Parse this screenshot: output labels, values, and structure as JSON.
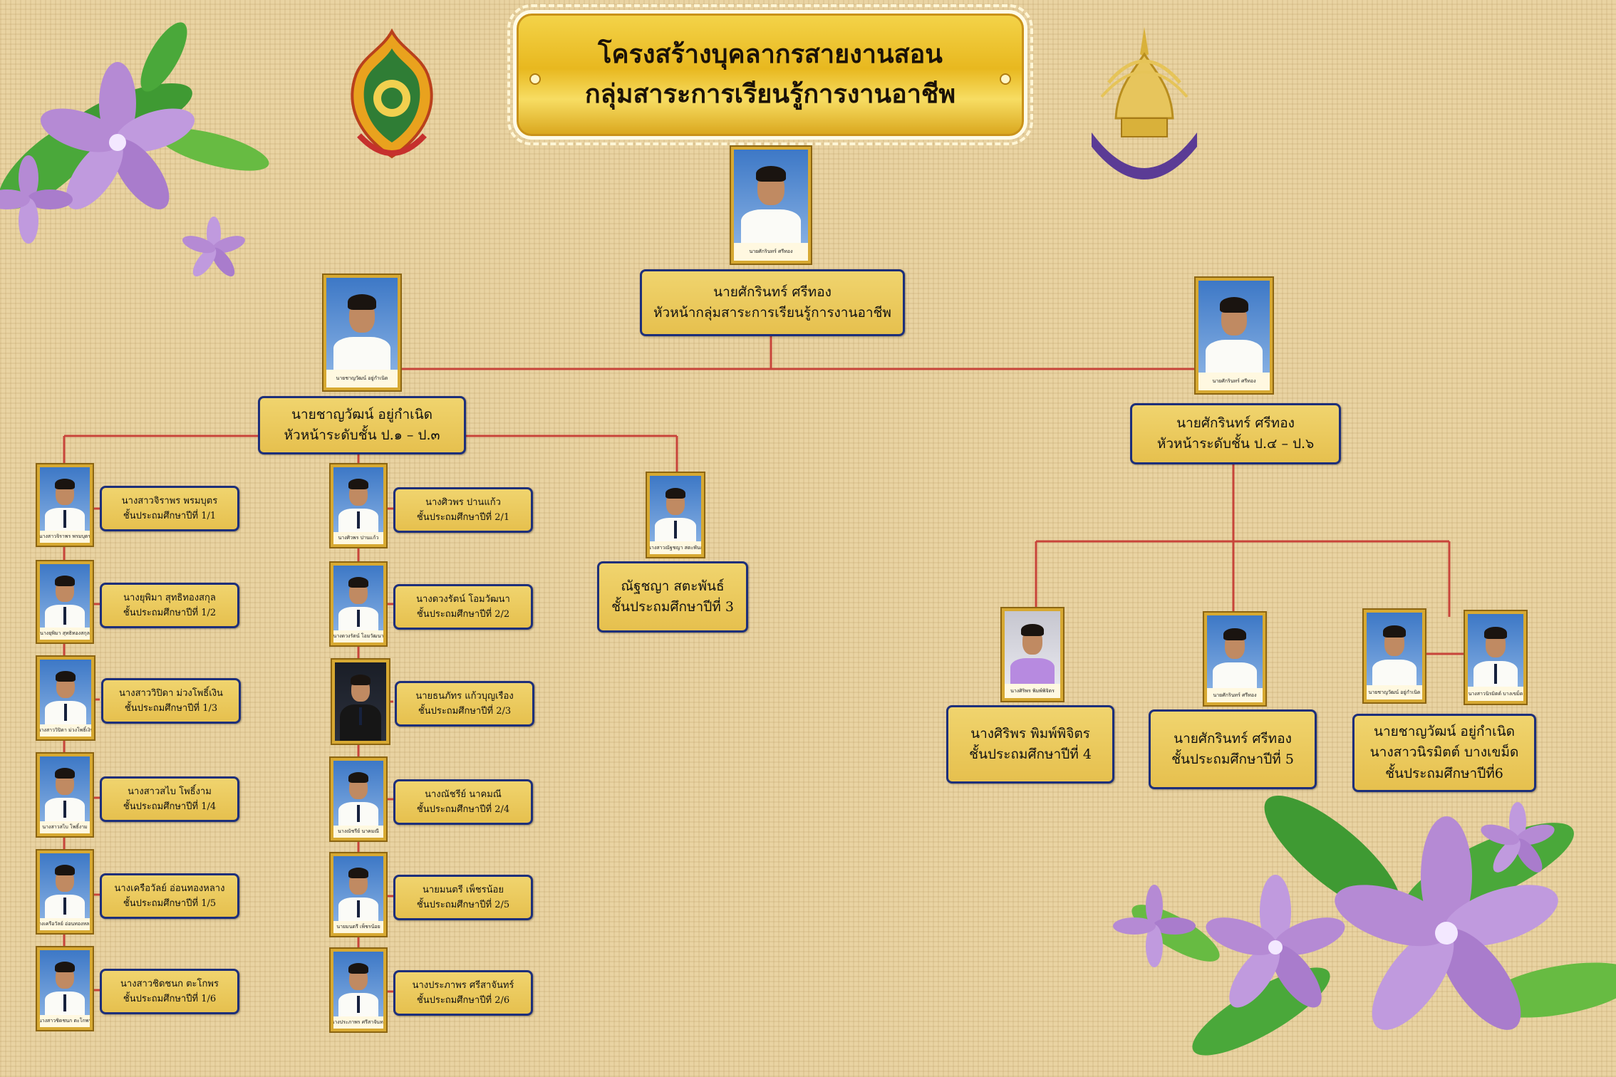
{
  "title": {
    "line1": "โครงสร้างบุคลากรสายงานสอน",
    "line2": "กลุ่มสาระการเรียนรู้การงานอาชีพ"
  },
  "head": {
    "name": "นายศักรินทร์ ศรีทอง",
    "role": "หัวหน้ากลุ่มสาระการเรียนรู้การงานอาชีพ",
    "photo_caption": "นายศักรินทร์ ศรีทอง"
  },
  "lead_lower": {
    "name": "นายชาญวัฒน์ อยู่กำเนิด",
    "role": "หัวหน้าระดับชั้น ป.๑ – ป.๓",
    "photo_caption": "นายชาญวัฒน์ อยู่กำเนิด"
  },
  "lead_upper": {
    "name": "นายศักรินทร์ ศรีทอง",
    "role": "หัวหน้าระดับชั้น ป.๔ – ป.๖",
    "photo_caption": "นายศักรินทร์ ศรีทอง"
  },
  "grade1": [
    {
      "name": "นางสาวจิราพร พรมบุตร",
      "grade": "ชั้นประถมศึกษาปีที่ 1/1",
      "photo_caption": "นางสาวจิราพร พรมบุตร"
    },
    {
      "name": "นางยุพิมา สุทธิทองสกุล",
      "grade": "ชั้นประถมศึกษาปีที่ 1/2",
      "photo_caption": "นางยุพิมา สุทธิทองสกุล"
    },
    {
      "name": "นางสาววิปิดา ม่วงโพธิ์เงิน",
      "grade": "ชั้นประถมศึกษาปีที่ 1/3",
      "photo_caption": "นางสาววิปิดา ม่วงโพธิ์เงิน"
    },
    {
      "name": "นางสาวสไบ โพธิ์งาม",
      "grade": "ชั้นประถมศึกษาปีที่ 1/4",
      "photo_caption": "นางสาวสไบ โพธิ์งาม"
    },
    {
      "name": "นางเครือวัลย์ อ่อนทองหลาง",
      "grade": "ชั้นประถมศึกษาปีที่ 1/5",
      "photo_caption": "นางเครือวัลย์ อ่อนทองหลาง"
    },
    {
      "name": "นางสาวชิดชนก ตะโกพร",
      "grade": "ชั้นประถมศึกษาปีที่ 1/6",
      "photo_caption": "นางสาวชิดชนก ตะโกพร"
    }
  ],
  "grade2": [
    {
      "name": "นางศิวพร ปานแก้ว",
      "grade": "ชั้นประถมศึกษาปีที่ 2/1",
      "photo_caption": "นางศิวพร ปานแก้ว"
    },
    {
      "name": "นางดวงรัตน์ โอมวัฒนา",
      "grade": "ชั้นประถมศึกษาปีที่ 2/2",
      "photo_caption": "นางดวงรัตน์ โอมวัฒนา"
    },
    {
      "name": "นายธนภัทร แก้วบุญเรือง",
      "grade": "ชั้นประถมศึกษาปีที่ 2/3",
      "photo_caption": ""
    },
    {
      "name": "นางณัชรีย์ นาคมณี",
      "grade": "ชั้นประถมศึกษาปีที่ 2/4",
      "photo_caption": "นางณัชรีย์ นาคมณี"
    },
    {
      "name": "นายมนตรี เพ็ชรน้อย",
      "grade": "ชั้นประถมศึกษาปีที่ 2/5",
      "photo_caption": "นายมนตรี เพ็ชรน้อย"
    },
    {
      "name": "นางประภาพร ศรีสาจันทร์",
      "grade": "ชั้นประถมศึกษาปีที่ 2/6",
      "photo_caption": "นางประภาพร ศรีสาจันทร์"
    }
  ],
  "grade3": {
    "name": "ณัฐชญา สตะพันธ์",
    "grade": "ชั้นประถมศึกษาปีที่ 3",
    "photo_caption": "นางสาวณัฐชญา สตะพันธ์"
  },
  "grade4": {
    "name": "นางศิริพร พิมพ์พิจิตร",
    "grade": "ชั้นประถมศึกษาปีที่ 4",
    "photo_caption": "นางศิริพร พิมพ์พิจิตร"
  },
  "grade5": {
    "name": "นายศักรินทร์ ศรีทอง",
    "grade": "ชั้นประถมศึกษาปีที่ 5",
    "photo_caption": "นายศักรินทร์ ศรีทอง"
  },
  "grade6": {
    "name1": "นายชาญวัฒน์ อยู่กำเนิด",
    "name2": "นางสาวนิรมิตต์ บางเขม็ด",
    "grade": "ชั้นประถมศึกษาปีที่6",
    "photo_caption1": "นายชาญวัฒน์ อยู่กำเนิด",
    "photo_caption2": "นางสาวนิรมิตต์ บางเขม็ด"
  },
  "colors": {
    "connector": "#c8443a",
    "label_border": "#1d2f7a",
    "label_fill": "#e9c857",
    "plaque": "#e8b81f"
  },
  "icons": {
    "left_emblem": "ministry-of-education-emblem-icon",
    "right_emblem": "school-emblem-icon",
    "flowers": "purple-flower-icon"
  }
}
